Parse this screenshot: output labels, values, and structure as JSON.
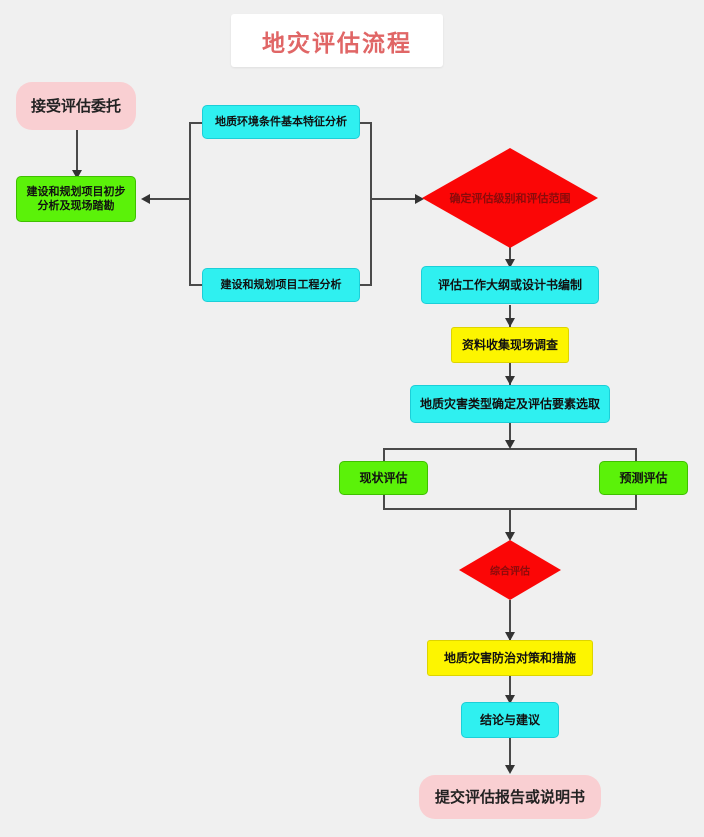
{
  "title": "地灾评估流程",
  "colors": {
    "background": "#f0f0f0",
    "title_text": "#e06666",
    "terminator": "#f9cfd2",
    "process_green": "#5bf209",
    "process_cyan": "#2ff0f0",
    "process_yellow": "#fdf500",
    "decision_red": "#fb0606",
    "connector": "#4a4a4a"
  },
  "nodes": {
    "accept_commission": "接受评估委托",
    "preliminary_analysis": "建设和规划项目初步分析及现场踏勘",
    "geo_env_analysis": "地质环境条件基本特征分析",
    "project_engineering_analysis": "建设和规划项目工程分析",
    "determine_level_scope": "确定评估级别和评估范围",
    "outline_design": "评估工作大纲或设计书编制",
    "data_collection_survey": "资料收集现场调查",
    "hazard_type_factors": "地质灾害类型确定及评估要素选取",
    "current_assessment": "现状评估",
    "predictive_assessment": "预测评估",
    "comprehensive_assessment": "综合评估",
    "prevention_measures": "地质灾害防治对策和措施",
    "conclusions_suggestions": "结论与建议",
    "submit_report": "提交评估报告或说明书"
  }
}
